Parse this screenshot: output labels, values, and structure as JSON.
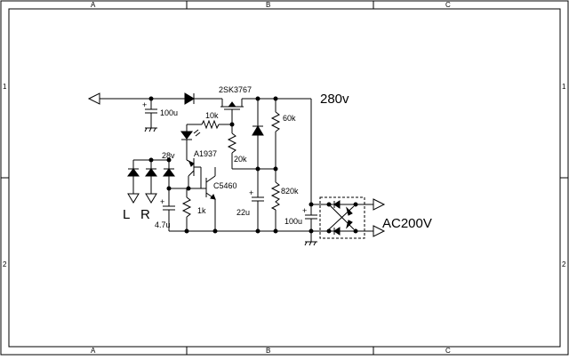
{
  "frame": {
    "columns": [
      "A",
      "B",
      "C"
    ],
    "rows": [
      "1",
      "2"
    ]
  },
  "labels": {
    "v280": "280v",
    "ac200": "AC200V",
    "mosfet": "2SK3767",
    "cap_100u_top": "100u",
    "r_10k": "10k",
    "r_60k": "60k",
    "r_20k": "20k",
    "q_a1937": "A1937",
    "z_28v": "28v",
    "q_c5460": "C5460",
    "r_820k": "820k",
    "r_1k": "1k",
    "c_22u": "22u",
    "c_100u_bottom": "100u",
    "c_4_7u": "4.7u",
    "in_l": "L",
    "in_r": "R"
  }
}
